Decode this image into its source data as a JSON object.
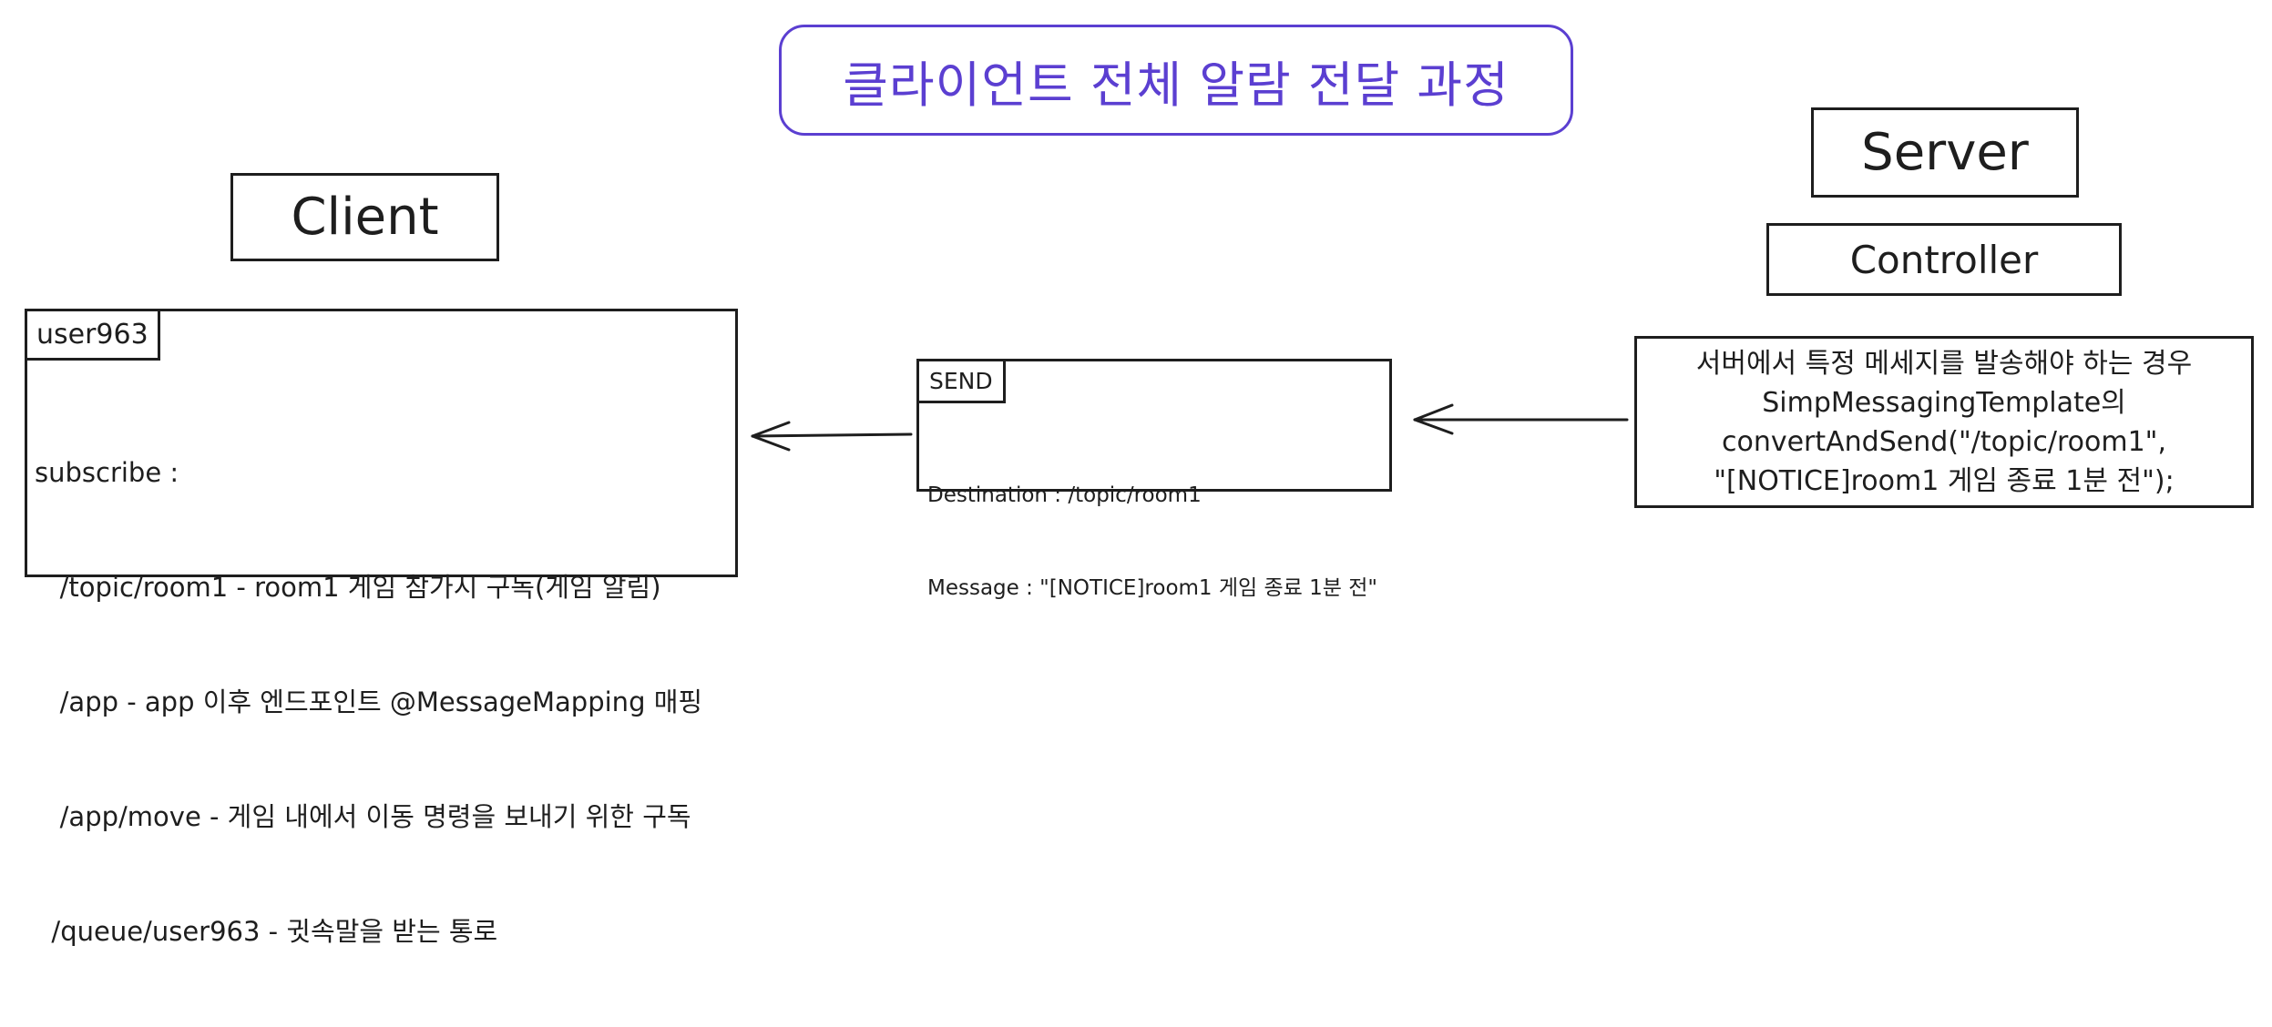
{
  "title": "클라이언트 전체 알람 전달 과정",
  "client": {
    "label": "Client",
    "tag": "user963",
    "lines": [
      "subscribe :",
      "   /topic/room1 - room1 게임 참가시 구독(게임 알림)",
      "   /app - app 이후 엔드포인트 @MessageMapping 매핑",
      "   /app/move - 게임 내에서 이동 명령을 보내기 위한 구독",
      "  /queue/user963 - 귓속말을 받는 통로"
    ]
  },
  "send": {
    "tag": "SEND",
    "destination_line": "Destination : /topic/room1",
    "message_line": "Message : \"[NOTICE]room1 게임 종료 1분 전\""
  },
  "server": {
    "label": "Server",
    "controller_label": "Controller",
    "lines": [
      "서버에서 특정 메세지를 발송해야 하는 경우",
      "SimpMessagingTemplate의",
      "convertAndSend(\"/topic/room1\",",
      "\"[NOTICE]room1 게임 종료 1분 전\");"
    ]
  },
  "colors": {
    "title_accent": "#5b3fd1",
    "stroke": "#1e1e1e"
  }
}
